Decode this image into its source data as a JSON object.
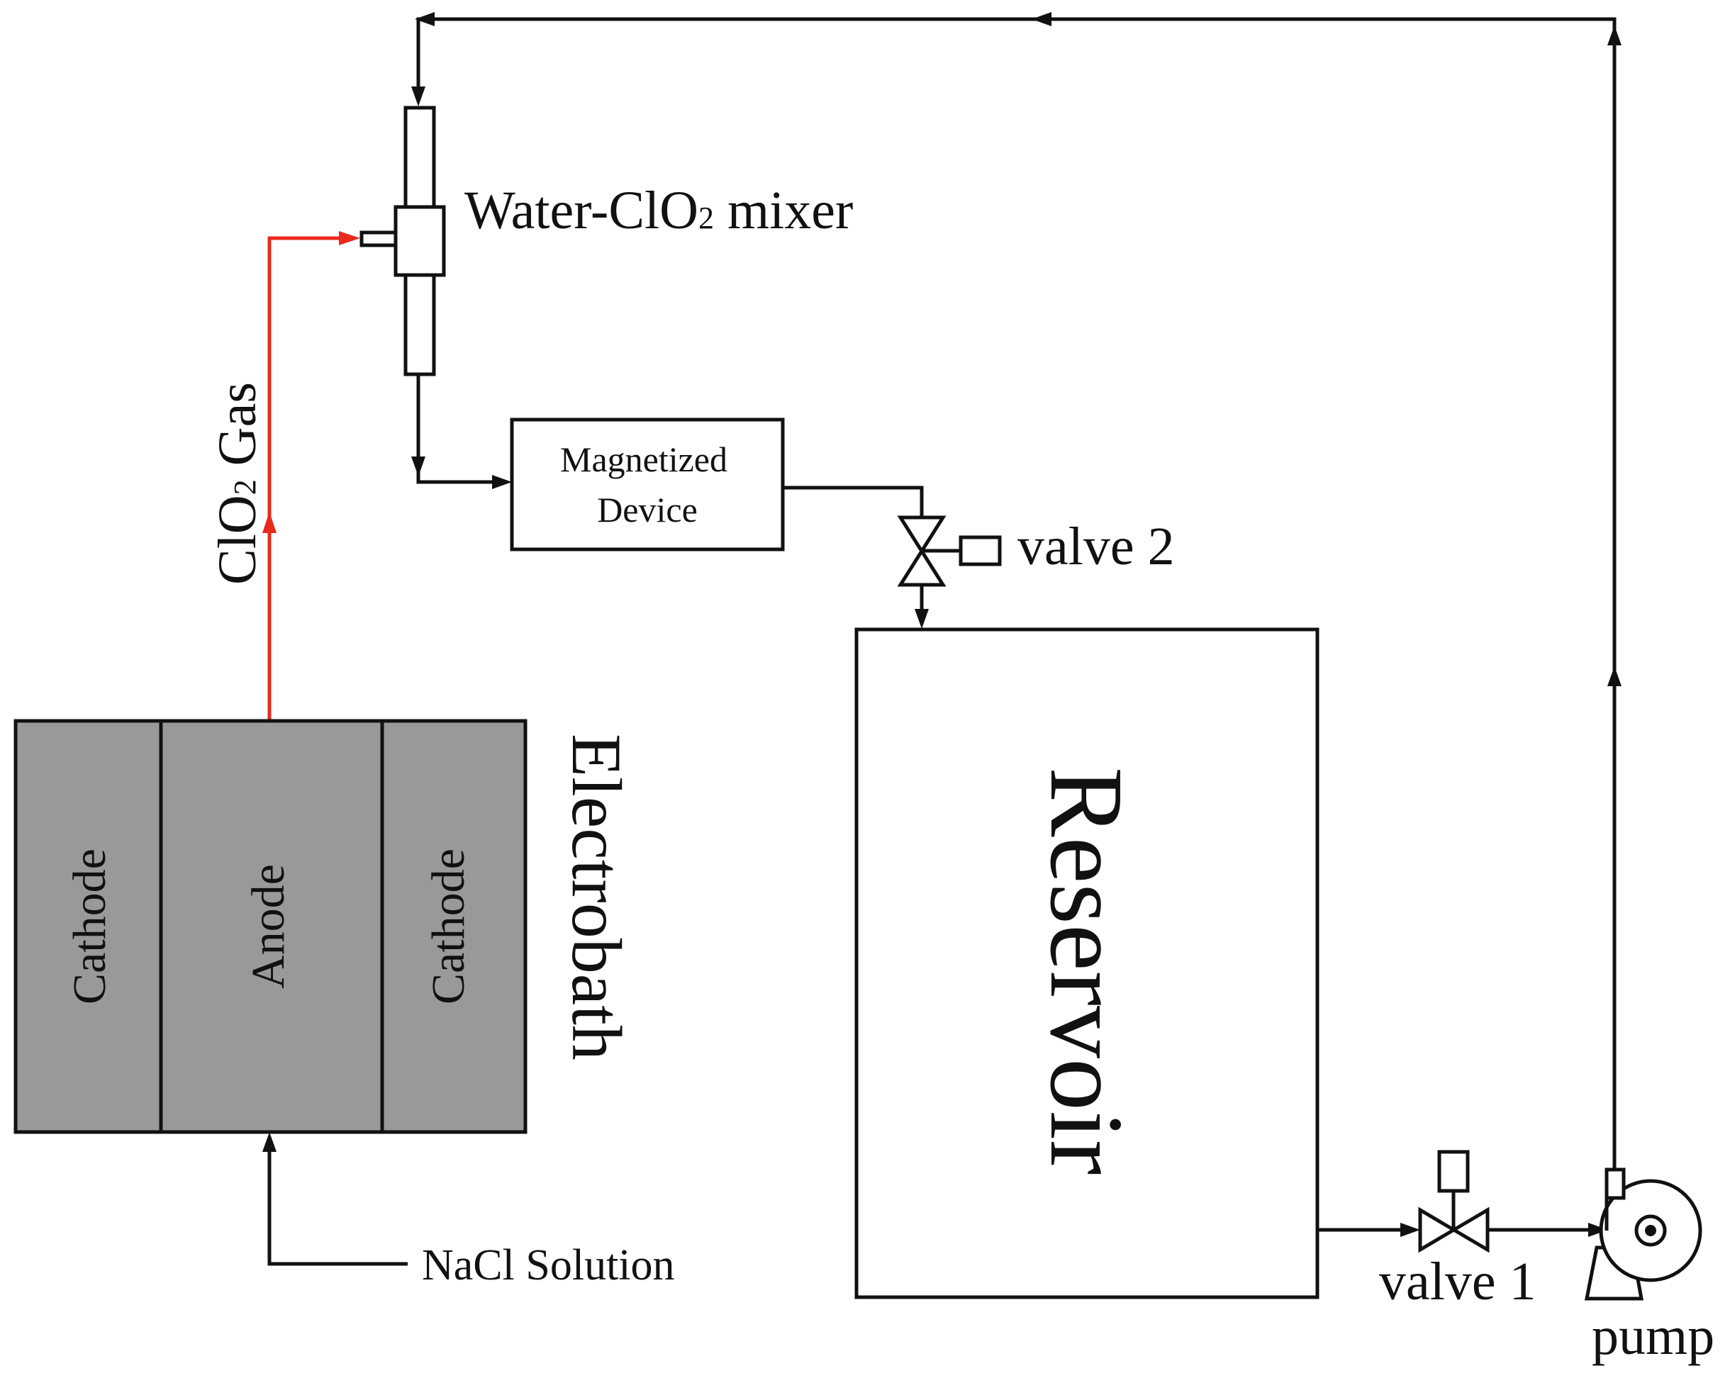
{
  "labels": {
    "mixer": "Water-ClO",
    "mixer_sub": "2",
    "mixer_suffix": " mixer",
    "gas": "ClO",
    "gas_sub": "2",
    "gas_suffix": " Gas",
    "magnetized_line1": "Magnetized",
    "magnetized_line2": "Device",
    "valve2": "valve 2",
    "valve1": "valve 1",
    "reservoir": "Reservoir",
    "electrobath": "Electrobath",
    "cathode_left": "Cathode",
    "anode": "Anode",
    "cathode_right": "Cathode",
    "nacl": "NaCl Solution",
    "pump": "pump"
  },
  "colors": {
    "line": "#111111",
    "gas_line": "#e8291c",
    "electrode_fill": "#999999",
    "background": "#ffffff"
  }
}
